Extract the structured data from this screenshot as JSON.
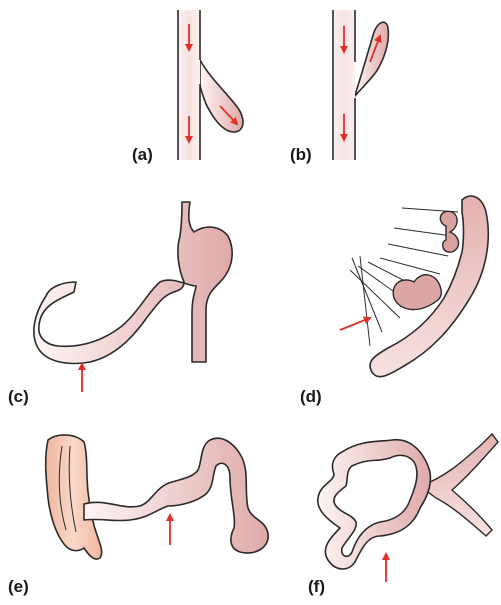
{
  "figure": {
    "panels": [
      {
        "label": "(a)"
      },
      {
        "label": "(b)"
      },
      {
        "label": "(c)"
      },
      {
        "label": "(d)"
      },
      {
        "label": "(e)"
      },
      {
        "label": "(f)"
      }
    ],
    "colors": {
      "outline": "#2b2b2b",
      "tissue_light": "#fbf0ef",
      "tissue_mid": "#ecc6c3",
      "tissue_dark": "#d8a0a0",
      "colon": "#f5c9b5",
      "arrow": "#e0302a"
    }
  }
}
